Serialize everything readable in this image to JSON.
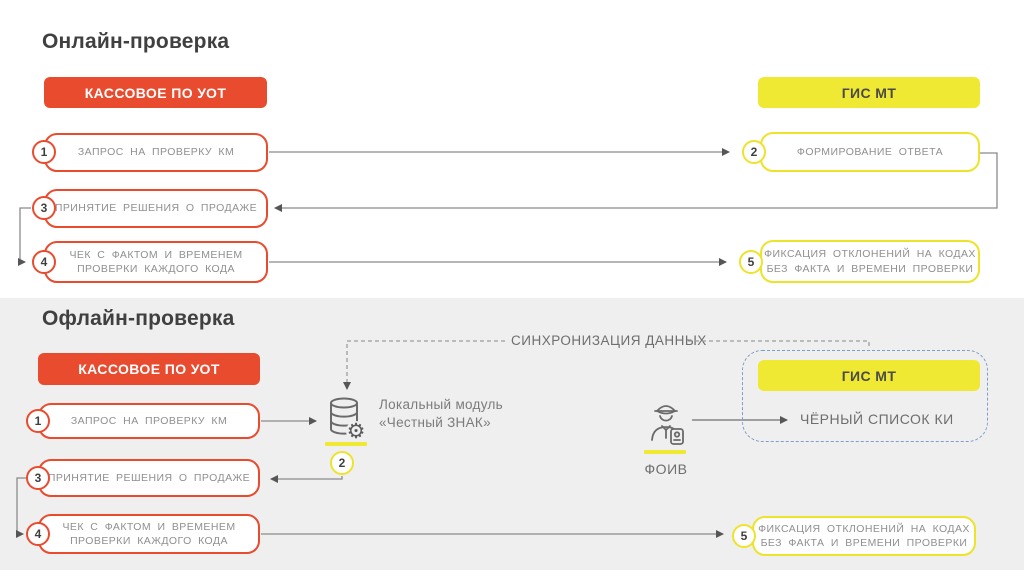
{
  "colors": {
    "red": "#E94B2F",
    "yellow": "#F0E933",
    "yellow_border": "#EDE32B",
    "dashed_blue": "#7E9DC8",
    "gray_panel": "#efefef"
  },
  "icons": {
    "local_module": "database-gear-icon",
    "foiv": "inspector-icon",
    "gear_glyph": "⚙"
  },
  "online": {
    "title": "Онлайн-проверка",
    "actor_left": "КАССОВОЕ ПО УОТ",
    "actor_right": "ГИС МТ",
    "steps": [
      {
        "num": "1",
        "label": "ЗАПРОС НА ПРОВЕРКУ КМ"
      },
      {
        "num": "2",
        "label": "ФОРМИРОВАНИЕ ОТВЕТА"
      },
      {
        "num": "3",
        "label": "ПРИНЯТИЕ РЕШЕНИЯ О ПРОДАЖЕ"
      },
      {
        "num": "4",
        "label": "ЧЕК С ФАКТОМ И ВРЕМЕНЕМ",
        "label2": "ПРОВЕРКИ КАЖДОГО КОДА"
      },
      {
        "num": "5",
        "label": "ФИКСАЦИЯ ОТКЛОНЕНИЙ НА КОДАХ",
        "label2": "БЕЗ ФАКТА И ВРЕМЕНИ ПРОВЕРКИ"
      }
    ]
  },
  "offline": {
    "title": "Офлайн-проверка",
    "actor_left": "КАССОВОЕ ПО УОТ",
    "actor_right": "ГИС МТ",
    "sync_label": "СИНХРОНИЗАЦИЯ ДАННЫХ",
    "module_line1": "Локальный модуль",
    "module_line2": "«Честный ЗНАК»",
    "blacklist_label": "ЧЁРНЫЙ СПИСОК КИ",
    "foiv_label": "ФОИВ",
    "steps": [
      {
        "num": "1",
        "label": "ЗАПРОС НА ПРОВЕРКУ КМ"
      },
      {
        "num": "2",
        "label": ""
      },
      {
        "num": "3",
        "label": "ПРИНЯТИЕ РЕШЕНИЯ О ПРОДАЖЕ"
      },
      {
        "num": "4",
        "label": "ЧЕК С ФАКТОМ И ВРЕМЕНЕМ",
        "label2": "ПРОВЕРКИ КАЖДОГО КОДА"
      },
      {
        "num": "5",
        "label": "ФИКСАЦИЯ ОТКЛОНЕНИЙ НА КОДАХ",
        "label2": "БЕЗ ФАКТА И ВРЕМЕНИ ПРОВЕРКИ"
      }
    ]
  }
}
